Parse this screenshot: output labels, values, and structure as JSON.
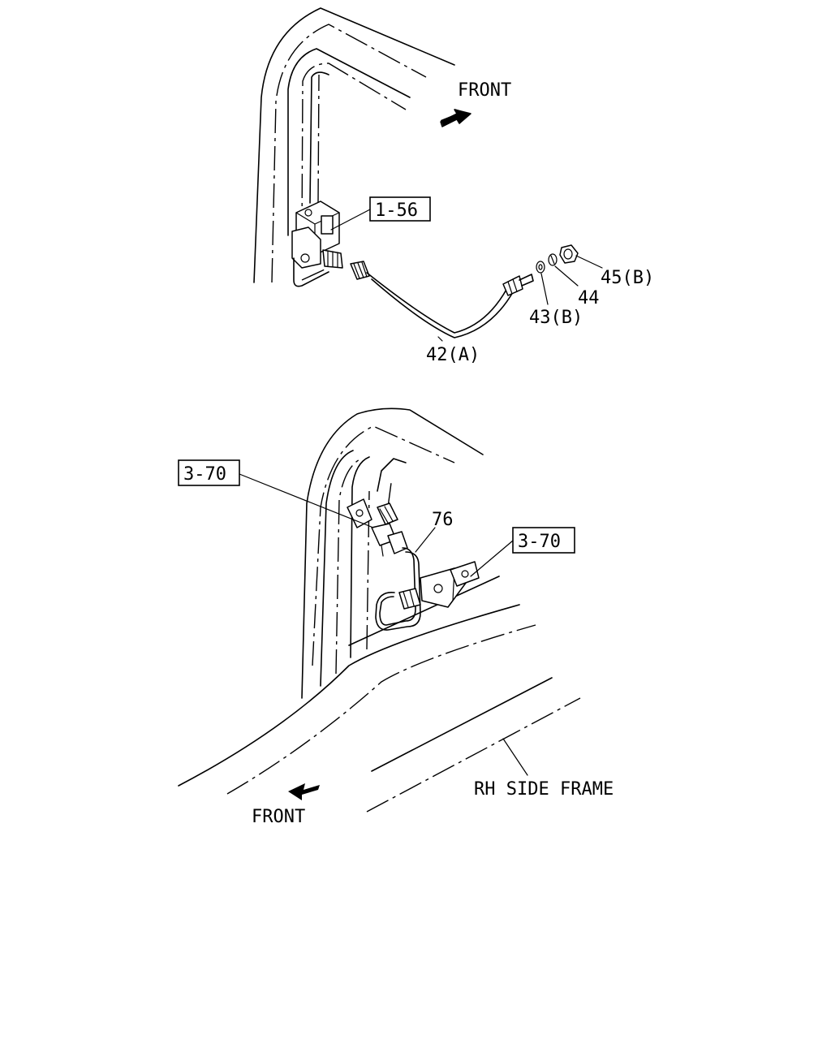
{
  "labels": {
    "front_top": "FRONT",
    "ref_1_56": "1-56",
    "p45b": "45(B)",
    "p44": "44",
    "p43b": "43(B)",
    "p42a": "42(A)",
    "ref_3_70_left": "3-70",
    "ref_3_70_right": "3-70",
    "p76": "76",
    "rh_side_frame": "RH SIDE FRAME",
    "front_bottom": "FRONT"
  }
}
